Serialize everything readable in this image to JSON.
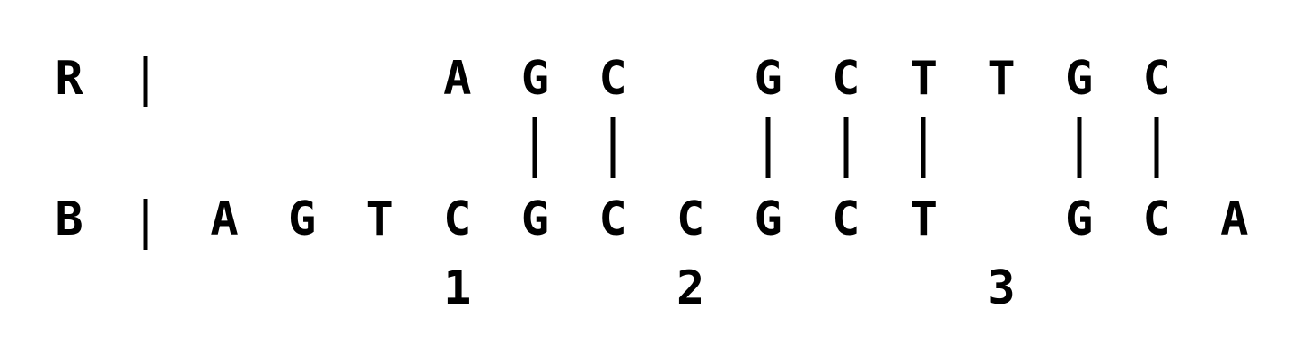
{
  "alignment": {
    "read": {
      "label": "R",
      "bases": [
        "",
        "",
        "",
        "A",
        "G",
        "C",
        "",
        "G",
        "C",
        "T",
        "T",
        "G",
        "C",
        ""
      ]
    },
    "reference": {
      "label": "B",
      "bases": [
        "A",
        "G",
        "T",
        "C",
        "G",
        "C",
        "C",
        "G",
        "C",
        "T",
        "",
        "G",
        "C",
        "A"
      ]
    },
    "matches": [
      false,
      false,
      false,
      false,
      true,
      true,
      false,
      true,
      true,
      true,
      false,
      true,
      true,
      false
    ],
    "positions": [
      {
        "column": 3,
        "label": "1"
      },
      {
        "column": 6,
        "label": "2"
      },
      {
        "column": 10,
        "label": "3"
      }
    ]
  }
}
